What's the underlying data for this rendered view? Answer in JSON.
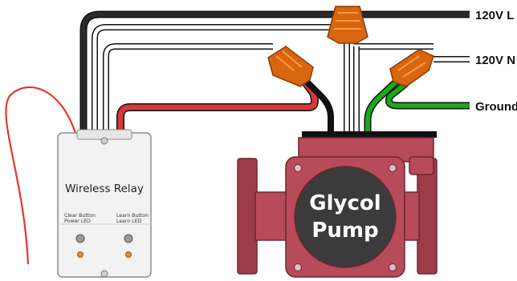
{
  "wire_labels": {
    "line": "120V L",
    "neutral": "120V N",
    "ground": "Ground"
  },
  "relay": {
    "title": "Wireless Relay",
    "left_caption_1": "Clear Button",
    "left_caption_2": "Power LED",
    "right_caption_1": "Learn Button",
    "right_caption_2": "Learn LED"
  },
  "pump": {
    "line1": "Glycol",
    "line2": "Pump"
  },
  "colors": {
    "line_wire": "#111111",
    "neutral_wire": "#ffffff",
    "ground_wire": "#1aa81a",
    "switched_wire": "#d63a3a",
    "antenna": "#e8352b",
    "wire_nut": "#d8650f",
    "pump_body": "#b84b59",
    "pump_dark": "#9c3c48",
    "pump_face": "#3b3b3b",
    "relay_body": "#f2f2f2"
  }
}
